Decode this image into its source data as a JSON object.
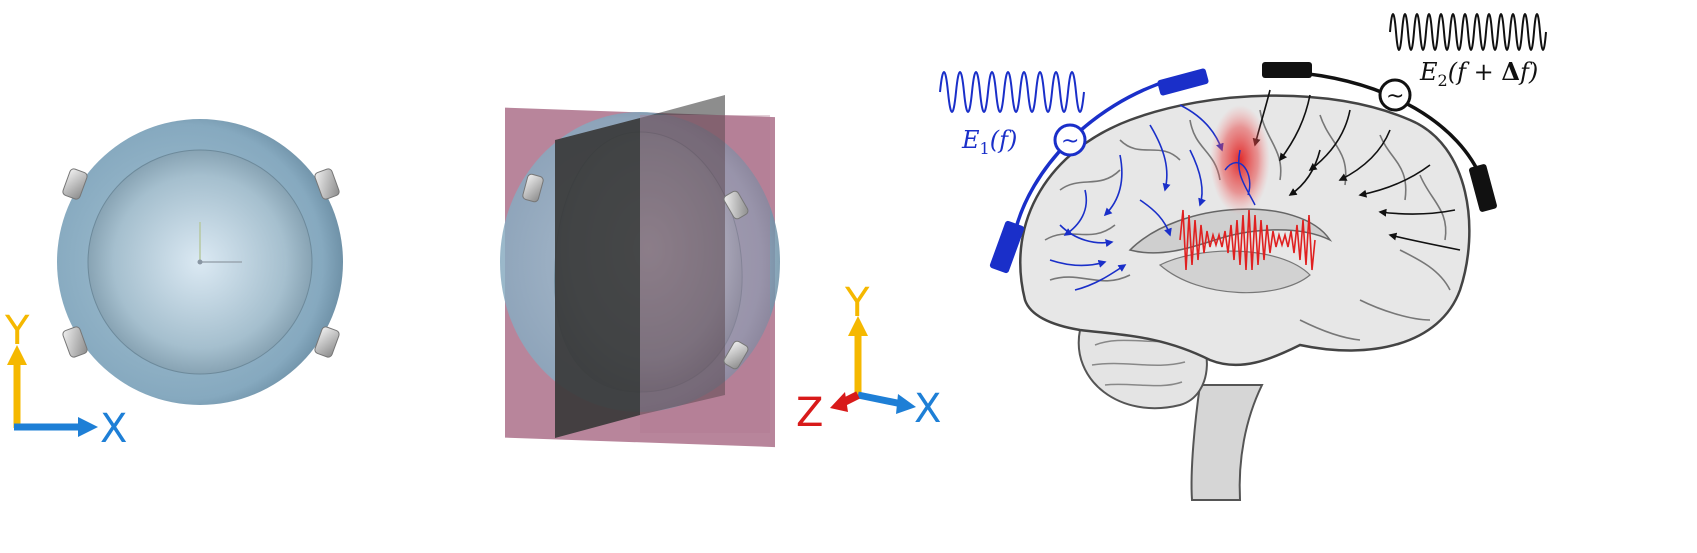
{
  "panel1": {
    "axis_y": "Y",
    "axis_x": "X"
  },
  "panel2": {
    "axis_y": "Y",
    "axis_z": "Z",
    "axis_x": "X"
  },
  "panel3": {
    "e1": {
      "symbol": "E",
      "sub": "1",
      "args": "(f)"
    },
    "e2": {
      "symbol": "E",
      "sub": "2",
      "open": "(f + ",
      "delta": "Δ",
      "close": "f)"
    },
    "source_symbol": "~"
  },
  "colors": {
    "electrode_blue": "#1a2fc9",
    "electrode_black": "#111111",
    "focus_red": "#e02020",
    "axis_yellow": "#f5b800",
    "axis_blue": "#1e7fd6",
    "axis_red": "#d81a1a",
    "sphere_blue": "#8fb4c8",
    "plane_pink": "#b07890",
    "plane_dark": "#3a3a3a"
  }
}
